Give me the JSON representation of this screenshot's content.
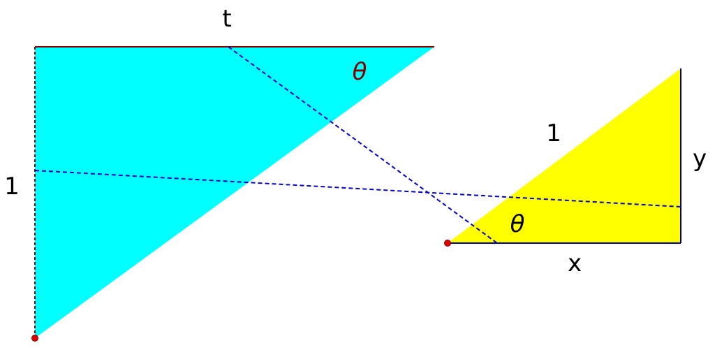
{
  "colors": {
    "cyan_fill": "#00ffff",
    "yellow_fill": "#ffff00",
    "dark_red": "#800000",
    "navy": "#000080",
    "dashed_blue": "#0000cc",
    "point_red": "#dd0000"
  },
  "left_triangle": {
    "top_label": "t",
    "side_label": "1",
    "angle_label": "θ"
  },
  "right_triangle": {
    "hypotenuse_label": "1",
    "vertical_label": "y",
    "horizontal_label": "x",
    "angle_label": "θ"
  }
}
